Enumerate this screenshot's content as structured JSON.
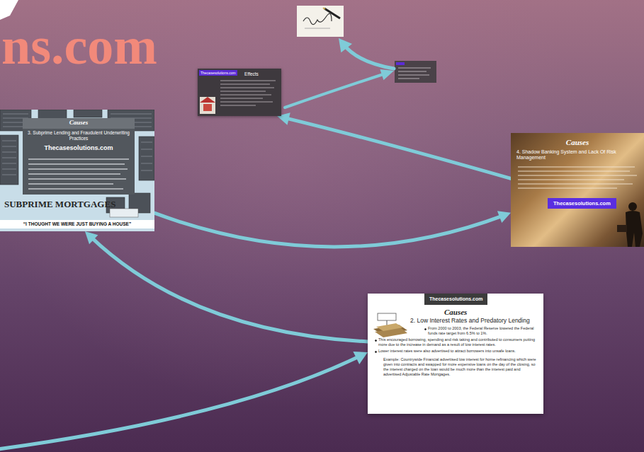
{
  "diagram": {
    "nodes": [
      {
        "text": [
          "Thecasesolutions.com",
          "Effects"
        ]
      },
      {
        "text": [
          "Causes",
          "3. Subprime Lending and Fraudulent Underwriting Practices",
          "Thecasesolutions.com",
          "SUBPRIME MORTGAGES",
          "“I THOUGHT WE WERE JUST BUYING A HOUSE”"
        ]
      },
      {
        "text": [
          "Causes",
          "4. Shadow Banking System and Lack Of Risk Management",
          "Thecasesolutions.com"
        ]
      },
      {
        "text": [
          "Thecasesolutions.com",
          "Causes",
          "2. Low Interest Rates and Predatory Lending",
          "From 2000 to 2003, the Federal Reserve lowered the Federal funds rate target from 6.5% to 1%.",
          "This encouraged borrowing, spending and risk taking and contributed to consumers putting more due to the increase in demand as a result of low interest rates.",
          "Lower interest rates were also advertised to attract borrowers into unsafe loans.",
          "Example: Countrywide Financial advertised low interest for home refinancing which were given into contracts and swapped for more expensive loans on the day of the closing, so the interest charged on the loan would be much more than the interest paid and advertised Adjustable Rate Mortgages."
        ]
      }
    ],
    "edges": [
      {
        "from": 3,
        "to": 1,
        "arrow": "to"
      },
      {
        "from": 1,
        "to": 2,
        "arrow": "to"
      },
      {
        "from": 2,
        "to": 0,
        "arrow": "to"
      }
    ],
    "labels": [
      "ns.com"
    ]
  }
}
